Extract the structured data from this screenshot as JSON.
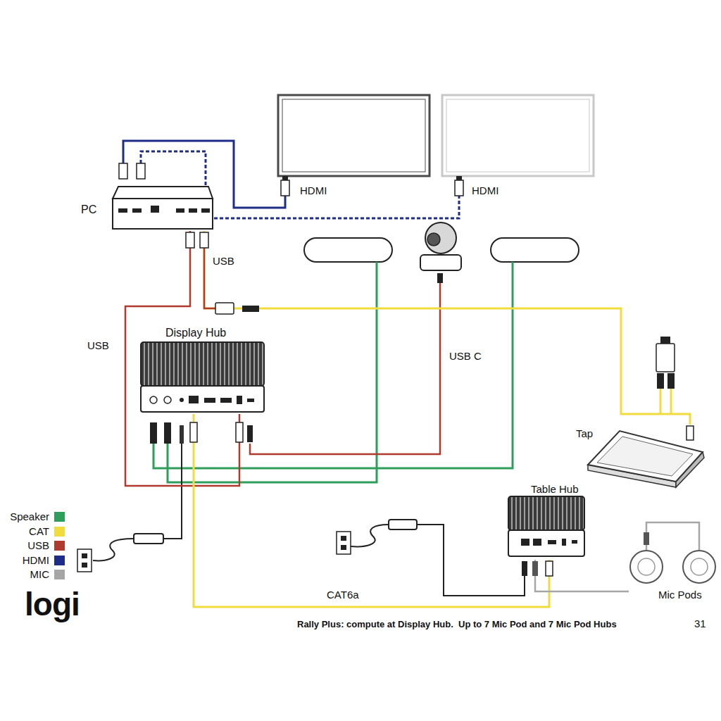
{
  "diagram": {
    "caption": "Rally Plus: compute at Display Hub.  Up to 7 Mic Pod and 7 Mic Pod Hubs",
    "nodes": [
      {
        "text": [
          "PC"
        ]
      },
      {
        "text": [
          "Display Hub"
        ]
      },
      {
        "text": [
          "Tap"
        ]
      },
      {
        "text": [
          "Table Hub"
        ]
      },
      {
        "text": [
          "Mic Pods"
        ]
      }
    ],
    "edges": [
      {
        "from": 0,
        "to": 1,
        "arrow": "none",
        "label": "USB"
      },
      {
        "from": 0,
        "to": 2,
        "arrow": "none"
      },
      {
        "from": 1,
        "to": 3,
        "arrow": "none",
        "label": "CAT6a"
      },
      {
        "from": 3,
        "to": 4,
        "arrow": "none"
      }
    ],
    "labels": [
      "HDMI",
      "HDMI",
      "USB",
      "USB C",
      "logi",
      "31"
    ],
    "legend": [
      {
        "text": "Speaker",
        "color": "#2e9e5b"
      },
      {
        "text": "CAT",
        "color": "#f0dc3c"
      },
      {
        "text": "USB",
        "color": "#b03a2e"
      },
      {
        "text": "HDMI",
        "color": "#1f2d8a"
      },
      {
        "text": "MIC",
        "color": "#a6a6a6"
      }
    ]
  }
}
